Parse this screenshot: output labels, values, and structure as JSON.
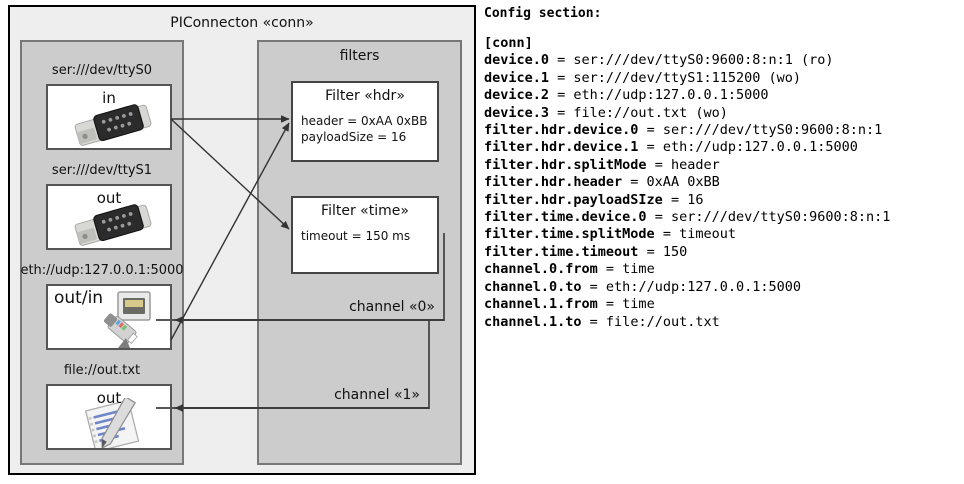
{
  "diagram": {
    "title": "PIConnecton «conn»",
    "devices_group": {
      "label": ""
    },
    "filters_group": {
      "label": "filters"
    },
    "devices": [
      {
        "uri": "ser:///dev/ttyS0",
        "direction": "in",
        "icon": "serial-port-icon"
      },
      {
        "uri": "ser:///dev/ttyS1",
        "direction": "out",
        "icon": "serial-port-icon"
      },
      {
        "uri": "eth://udp:127.0.0.1:5000",
        "direction": "out/in",
        "icon": "ethernet-socket-icon"
      },
      {
        "uri": "file://out.txt",
        "direction": "out",
        "icon": "text-document-icon"
      }
    ],
    "filters": [
      {
        "title": "Filter «hdr»",
        "attrs": [
          "header = 0xAA 0xBB",
          "payloadSize = 16"
        ]
      },
      {
        "title": "Filter «time»",
        "attrs": [
          "timeout = 150 ms"
        ]
      }
    ],
    "channels": [
      {
        "label": "channel «0»"
      },
      {
        "label": "channel «1»"
      }
    ]
  },
  "config": {
    "heading": "Config section:",
    "lines": [
      {
        "key": "[conn]",
        "value": ""
      },
      {
        "key": "device.0",
        "value": " = ser:///dev/ttyS0:9600:8:n:1 (ro)"
      },
      {
        "key": "device.1",
        "value": " = ser:///dev/ttyS1:115200 (wo)"
      },
      {
        "key": "device.2",
        "value": " = eth://udp:127.0.0.1:5000"
      },
      {
        "key": "device.3",
        "value": " = file://out.txt (wo)"
      },
      {
        "key": "filter.hdr.device.0",
        "value": " = ser:///dev/ttyS0:9600:8:n:1"
      },
      {
        "key": "filter.hdr.device.1",
        "value": " = eth://udp:127.0.0.1:5000"
      },
      {
        "key": "filter.hdr.splitMode",
        "value": " = header"
      },
      {
        "key": "filter.hdr.header",
        "value": " = 0xAA 0xBB"
      },
      {
        "key": "filter.hdr.payloadSIze",
        "value": " = 16"
      },
      {
        "key": "filter.time.device.0",
        "value": " = ser:///dev/ttyS0:9600:8:n:1"
      },
      {
        "key": "filter.time.splitMode",
        "value": " = timeout"
      },
      {
        "key": "filter.time.timeout",
        "value": " = 150"
      },
      {
        "key": "channel.0.from",
        "value": " = time"
      },
      {
        "key": "channel.0.to",
        "value": " = eth://udp:127.0.0.1:5000"
      },
      {
        "key": "channel.1.from",
        "value": " = time"
      },
      {
        "key": "channel.1.to",
        "value": " = file://out.txt"
      }
    ],
    "full_text": "[conn]\ndevice.0 = ser:///dev/ttyS0:9600:8:n:1 (ro)\ndevice.1 = ser:///dev/ttyS1:115200 (wo)\ndevice.2 = eth://udp:127.0.0.1:5000\ndevice.3 = file://out.txt (wo)\nfilter.hdr.device.0 = ser:///dev/ttyS0:9600:8:n:1\nfilter.hdr.device.1 = eth://udp:127.0.0.1:5000\nfilter.hdr.splitMode = header\nfilter.hdr.header = 0xAA 0xBB\nfilter.hdr.payloadSIze = 16\nfilter.time.device.0 = ser:///dev/ttyS0:9600:8:n:1\nfilter.time.splitMode = timeout\nfilter.time.timeout = 150\nchannel.0.from = time\nchannel.0.to = eth://udp:127.0.0.1:5000\nchannel.1.from = time\nchannel.1.to = file://out.txt"
  },
  "colors": {
    "panel_bg": "#eeeeee",
    "group_bg": "#cccccc",
    "node_bg": "#ffffff",
    "border_dark": "#000000",
    "border_gray": "#777777",
    "edge": "#333333"
  }
}
